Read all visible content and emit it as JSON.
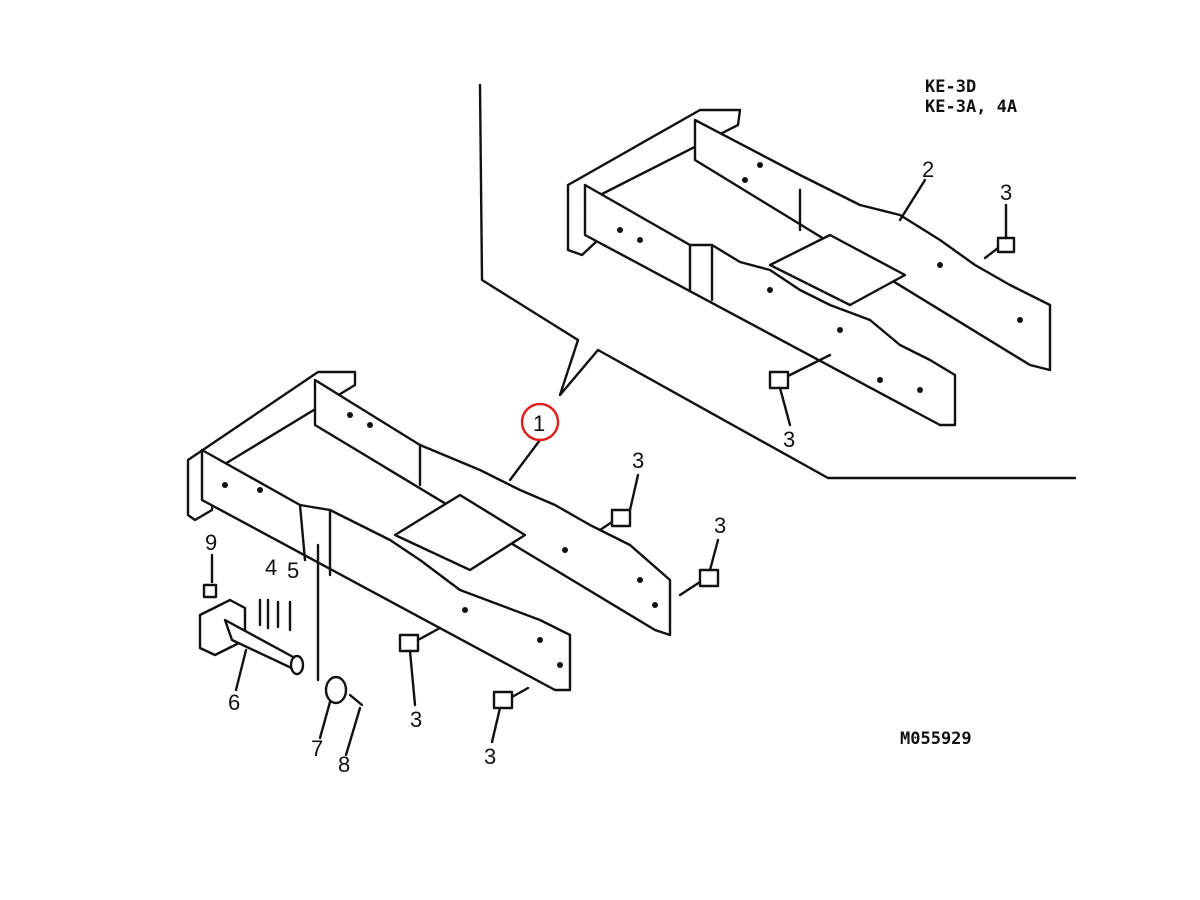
{
  "models": {
    "line1": "KE-3D",
    "line2": "KE-3A, 4A"
  },
  "drawing_number": "M055929",
  "callouts": {
    "p1": "1",
    "p2": "2",
    "p3": "3",
    "p4": "4",
    "p5": "5",
    "p6": "6",
    "p7": "7",
    "p8": "8",
    "p9": "9"
  },
  "highlight_color": "#e02020"
}
